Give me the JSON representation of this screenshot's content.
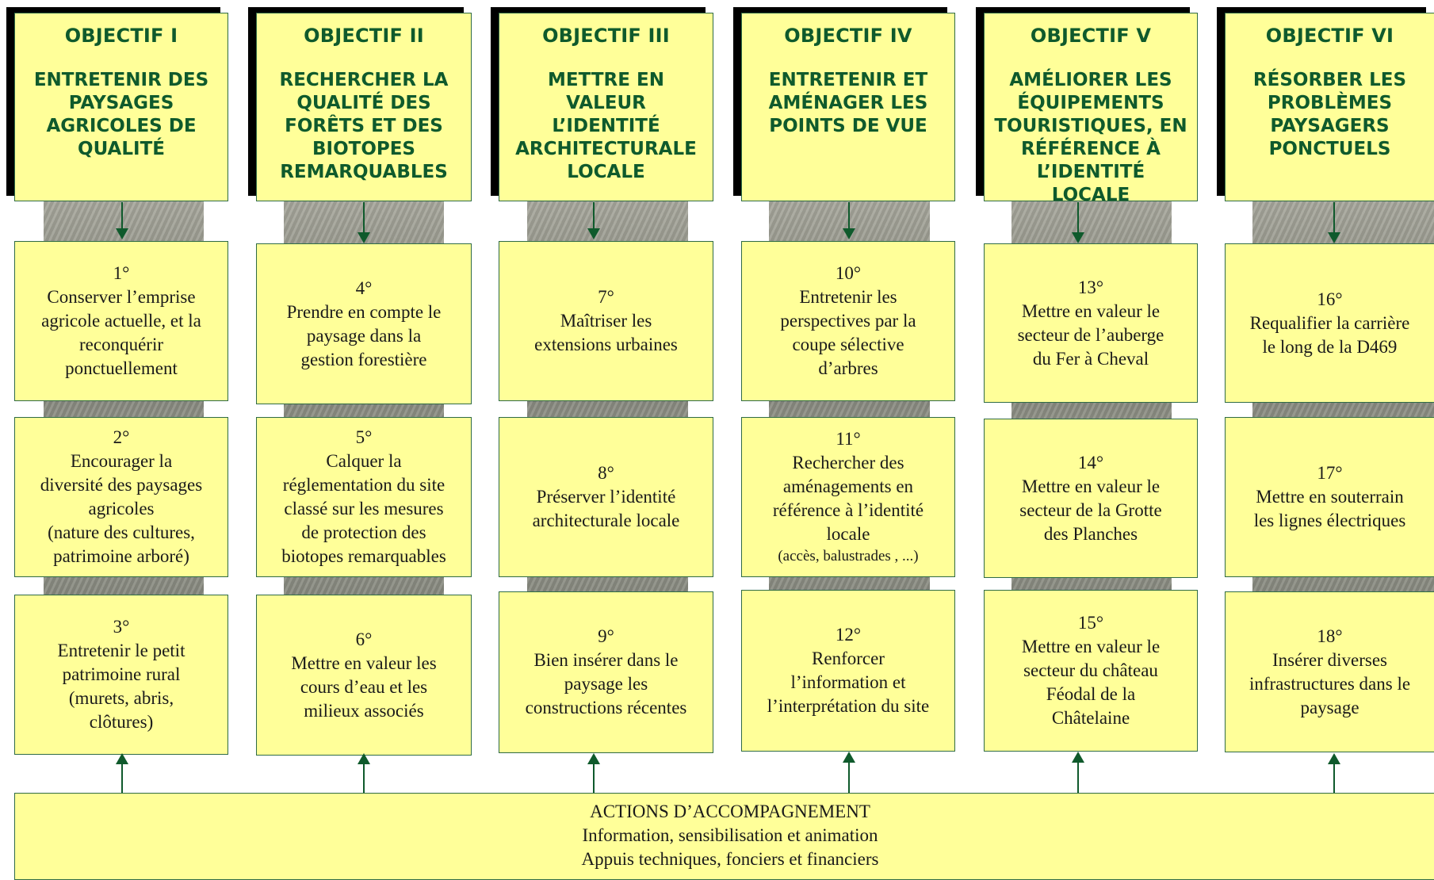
{
  "objectives": [
    {
      "title": "OBJECTIF I",
      "text": "ENTRETENIR DES\nPAYSAGES\nAGRICOLES DE\nQUALITÉ",
      "measures": [
        {
          "num": "1°",
          "text": "Conserver l’emprise\nagricole actuelle, et la\nreconquérir\nponctuellement"
        },
        {
          "num": "2°",
          "text": "Encourager la\ndiversité des paysages\nagricoles\n(nature des cultures,\npatrimoine arboré)"
        },
        {
          "num": "3°",
          "text": "Entretenir le petit\npatrimoine rural\n(murets, abris,\nclôtures)"
        }
      ]
    },
    {
      "title": "OBJECTIF II",
      "text": "RECHERCHER LA\nQUALITÉ DES\nFORÊTS ET DES\nBIOTOPES\nREMARQUABLES",
      "measures": [
        {
          "num": "4°",
          "text": "Prendre en compte le\npaysage dans la\ngestion forestière"
        },
        {
          "num": "5°",
          "text": "Calquer la\nréglementation du site\nclassé sur les mesures\nde protection des\nbiotopes remarquables"
        },
        {
          "num": "6°",
          "text": "Mettre en valeur les\ncours d’eau et les\nmilieux associés"
        }
      ]
    },
    {
      "title": "OBJECTIF III",
      "text": "METTRE EN\nVALEUR\nL’IDENTITÉ\nARCHITECTURALE\nLOCALE",
      "measures": [
        {
          "num": "7°",
          "text": "Maîtriser les\nextensions urbaines"
        },
        {
          "num": "8°",
          "text": "Préserver l’identité\narchitecturale locale"
        },
        {
          "num": "9°",
          "text": "Bien insérer dans le\npaysage les\nconstructions récentes"
        }
      ]
    },
    {
      "title": "OBJECTIF IV",
      "text": "ENTRETENIR ET\nAMÉNAGER LES\nPOINTS DE VUE",
      "measures": [
        {
          "num": "10°",
          "text": "Entretenir les\nperspectives par la\ncoupe sélective\nd’arbres"
        },
        {
          "num": "11°",
          "text": "Rechercher des\naménagements en\nréférence à  l’identité\nlocale",
          "note": "(accès, balustrades , ...)"
        },
        {
          "num": "12°",
          "text": "Renforcer\nl’information et\nl’interprétation du site"
        }
      ]
    },
    {
      "title": "OBJECTIF V",
      "text": "AMÉLIORER LES\nÉQUIPEMENTS\nTOURISTIQUES, EN\nRÉFÉRENCE À\nL’IDENTITÉ\nLOCALE",
      "measures": [
        {
          "num": "13°",
          "text": "Mettre en valeur le\nsecteur de l’auberge\ndu Fer à Cheval"
        },
        {
          "num": "14°",
          "text": "Mettre en valeur le\nsecteur de la Grotte\ndes Planches"
        },
        {
          "num": "15°",
          "text": "Mettre en valeur le\nsecteur du château\nFéodal de la\nChâtelaine"
        }
      ]
    },
    {
      "title": "OBJECTIF VI",
      "text": "RÉSORBER LES\nPROBLÈMES\nPAYSAGERS\nPONCTUELS",
      "measures": [
        {
          "num": "16°",
          "text": "Requalifier la carrière\nle long de la D469"
        },
        {
          "num": "17°",
          "text": "Mettre en souterrain\nles lignes électriques"
        },
        {
          "num": "18°",
          "text": "Insérer diverses\ninfrastructures dans le\npaysage"
        }
      ]
    }
  ],
  "actions": {
    "title": "ACTIONS D’ACCOMPAGNEMENT",
    "line1": "Information, sensibilisation et animation",
    "line2": "Appuis techniques, fonciers et financiers"
  },
  "colors": {
    "box_fill": "#ffff99",
    "heading_text": "#0f5a2c",
    "border": "#2f6b45",
    "shadow": "#000000"
  }
}
